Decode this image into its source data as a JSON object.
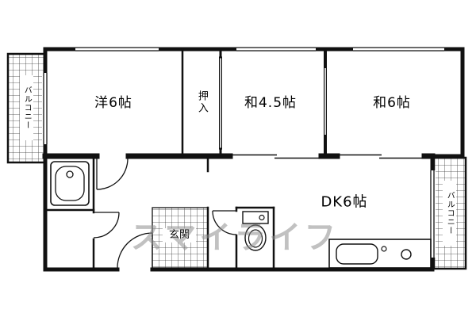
{
  "floorplan": {
    "labels": {
      "western_room": "洋6帖",
      "closet": "押入",
      "japanese_room_small": "和4.5帖",
      "japanese_room_large": "和6帖",
      "dining_kitchen": "DK6帖",
      "entrance": "玄関",
      "balcony_left": "バルコニー",
      "balcony_right": "バルコニー"
    },
    "watermark": "スマイライフ",
    "colors": {
      "wall": "#111111",
      "background": "#ffffff",
      "hatch": "#3a3a3a",
      "watermark": "#8f8f8f"
    }
  }
}
